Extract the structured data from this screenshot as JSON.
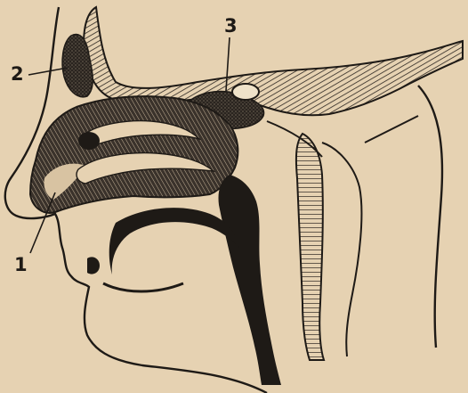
{
  "labels": {
    "one": "1",
    "two": "2",
    "three": "3"
  },
  "colors": {
    "paper": "#e6d2b2",
    "ink": "#1e1a16",
    "hatch": "#2b2520"
  }
}
